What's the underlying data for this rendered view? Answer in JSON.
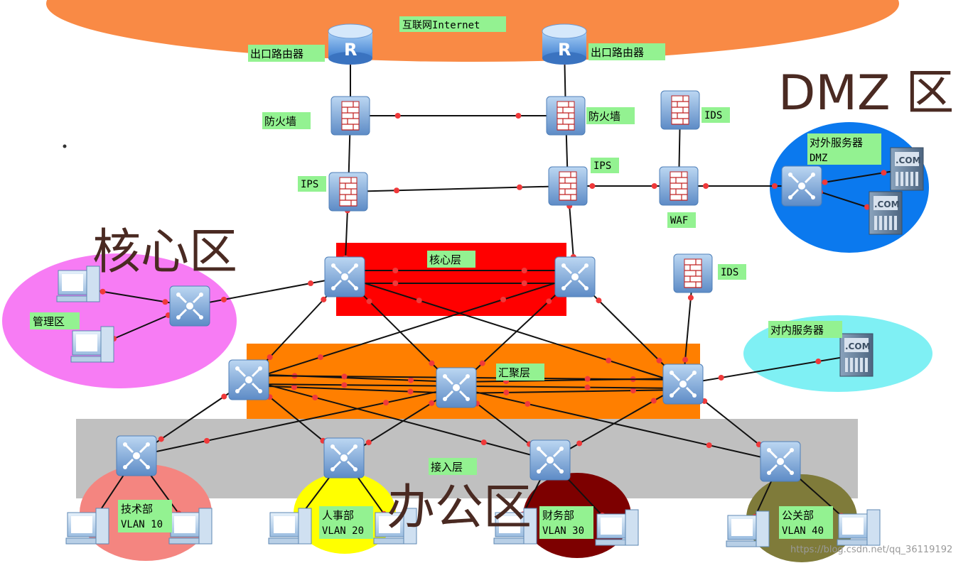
{
  "zones": {
    "internet": "互联网Internet",
    "dmz": "DMZ 区",
    "core": "核心区",
    "office": "办公区"
  },
  "layers": {
    "core": "核心层",
    "aggregation": "汇聚层",
    "access": "接入层"
  },
  "devices": {
    "router_left": "出口路由器",
    "router_right": "出口路由器",
    "fw_left": "防火墙",
    "fw_right": "防火墙",
    "ips_left": "IPS",
    "ips_right": "IPS",
    "ids_top": "IDS",
    "ids_mid": "IDS",
    "waf": "WAF",
    "mgmt": "管理区",
    "ext_server": "对外服务器",
    "ext_server_sub": "DMZ",
    "int_server": "对内服务器",
    "dept1": "技术部",
    "dept1_vlan": "VLAN 10",
    "dept2": "人事部",
    "dept2_vlan": "VLAN 20",
    "dept3": "财务部",
    "dept3_vlan": "VLAN 30",
    "dept4": "公关部",
    "dept4_vlan": "VLAN 40"
  },
  "icons": {
    "router": "router-icon",
    "firewall": "firewall-icon",
    "switch": "switch-icon",
    "server": "server-icon",
    "pc": "pc-icon"
  },
  "colors": {
    "internet_cloud": "#f98a45",
    "dmz_zone": "#0b79ee",
    "mgmt_zone": "#f77cf4",
    "int_server_zone": "#7ff0f4",
    "core_layer": "#ff0000",
    "agg_layer": "#ff7f00",
    "access_layer": "#c0c0c0",
    "dept1_zone": "#f48580",
    "dept2_zone": "#ffff00",
    "dept3_zone": "#7d0000",
    "dept4_zone": "#7f7b3a",
    "label_bg": "#93f291",
    "link_dot": "#f0393a"
  },
  "watermark": "https://blog.csdn.net/qq_36119192"
}
